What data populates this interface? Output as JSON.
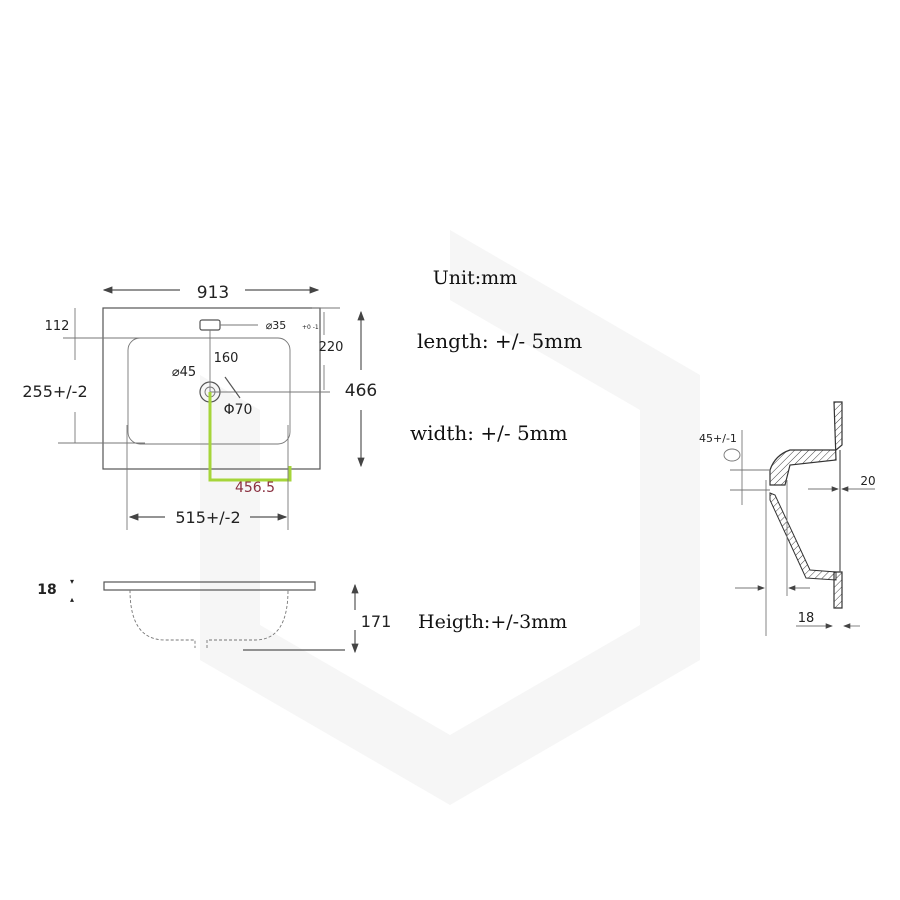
{
  "top_view": {
    "width": "913",
    "overflow_offset": "112",
    "bowl_length": "255+/-2",
    "tap_offset": "160",
    "tap_hole": "⌀45",
    "waste_hole": "Φ70",
    "overflow_hole": "⌀35",
    "overflow_tolerance": "+0 -1",
    "bowl_offset": "220",
    "depth": "466",
    "center_distance": "456.5",
    "bowl_width": "515+/-2"
  },
  "side_view": {
    "rim_thickness": "18",
    "height": "171"
  },
  "section_view": {
    "waste_diameter": "45+/-1",
    "flange": "20",
    "rim_thickness": "18"
  },
  "specs": {
    "unit": "Unit:mm",
    "length": "length: +/- 5mm",
    "width": "width:  +/- 5mm",
    "height": "Heigth:+/-3mm"
  },
  "colors": {
    "highlight": "#a6d53a",
    "center_label": "#8a3040"
  }
}
